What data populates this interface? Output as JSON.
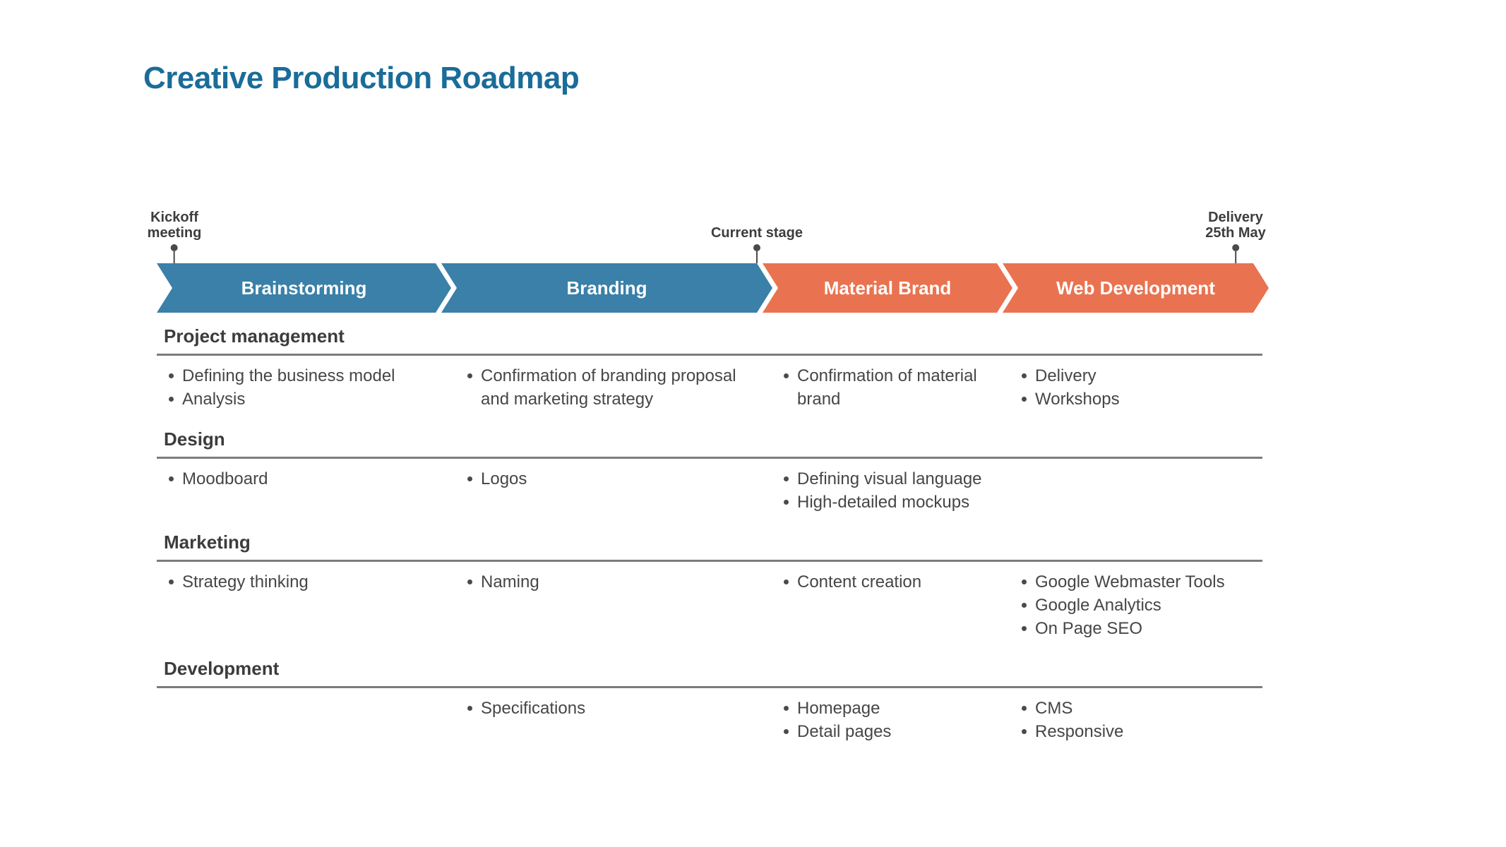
{
  "title": "Creative Production Roadmap",
  "colors": {
    "title": "#1A6C99",
    "stage_blue": "#3A80A8",
    "stage_orange": "#E97350",
    "rule_gray": "#7C7C7C",
    "pin_gray": "#4A4A4A",
    "body_text": "#464646"
  },
  "milestones": [
    {
      "line1": "Kickoff",
      "line2": "meeting"
    },
    {
      "line1": "Current stage",
      "line2": ""
    },
    {
      "line1": "Delivery",
      "line2": "25th May"
    }
  ],
  "stages": [
    {
      "label": "Brainstorming",
      "color": "#3A80A8"
    },
    {
      "label": "Branding",
      "color": "#3A80A8"
    },
    {
      "label": "Material Brand",
      "color": "#E97350"
    },
    {
      "label": "Web Development",
      "color": "#E97350"
    }
  ],
  "table": {
    "sections": [
      {
        "heading": "Project management",
        "cells": [
          [
            "Defining the business model",
            "Analysis"
          ],
          [
            "Confirmation of branding proposal and marketing strategy"
          ],
          [
            "Confirmation of material brand"
          ],
          [
            "Delivery",
            "Workshops"
          ]
        ]
      },
      {
        "heading": "Design",
        "cells": [
          [
            "Moodboard"
          ],
          [
            "Logos"
          ],
          [
            "Defining visual language",
            "High-detailed mockups"
          ],
          []
        ]
      },
      {
        "heading": "Marketing",
        "cells": [
          [
            "Strategy thinking"
          ],
          [
            "Naming"
          ],
          [
            "Content creation"
          ],
          [
            "Google Webmaster Tools",
            "Google Analytics",
            "On Page SEO"
          ]
        ]
      },
      {
        "heading": "Development",
        "cells": [
          [],
          [
            "Specifications"
          ],
          [
            "Homepage",
            "Detail pages"
          ],
          [
            "CMS",
            "Responsive"
          ]
        ]
      }
    ]
  }
}
